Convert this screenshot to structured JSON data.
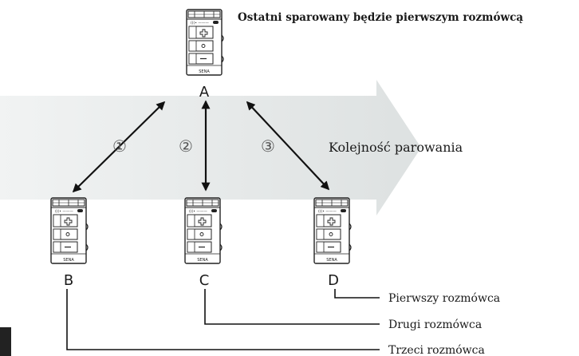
{
  "title": "Ostatni sparowany będzie pierwszym rozmówcą",
  "pairing_order_label": "Kolejność parowania",
  "steps": [
    "①",
    "②",
    "③"
  ],
  "device_brand": "SENA",
  "devices": [
    {
      "id": "A",
      "label": "A"
    },
    {
      "id": "B",
      "label": "B"
    },
    {
      "id": "C",
      "label": "C"
    },
    {
      "id": "D",
      "label": "D"
    }
  ],
  "roles": {
    "first": "Pierwszy rozmówca",
    "second": "Drugi rozmówca",
    "third": "Trzeci rozmówca"
  },
  "colors": {
    "arrow_fill": "#e3e6e6",
    "line": "#111111",
    "text": "#1a1a1a"
  }
}
